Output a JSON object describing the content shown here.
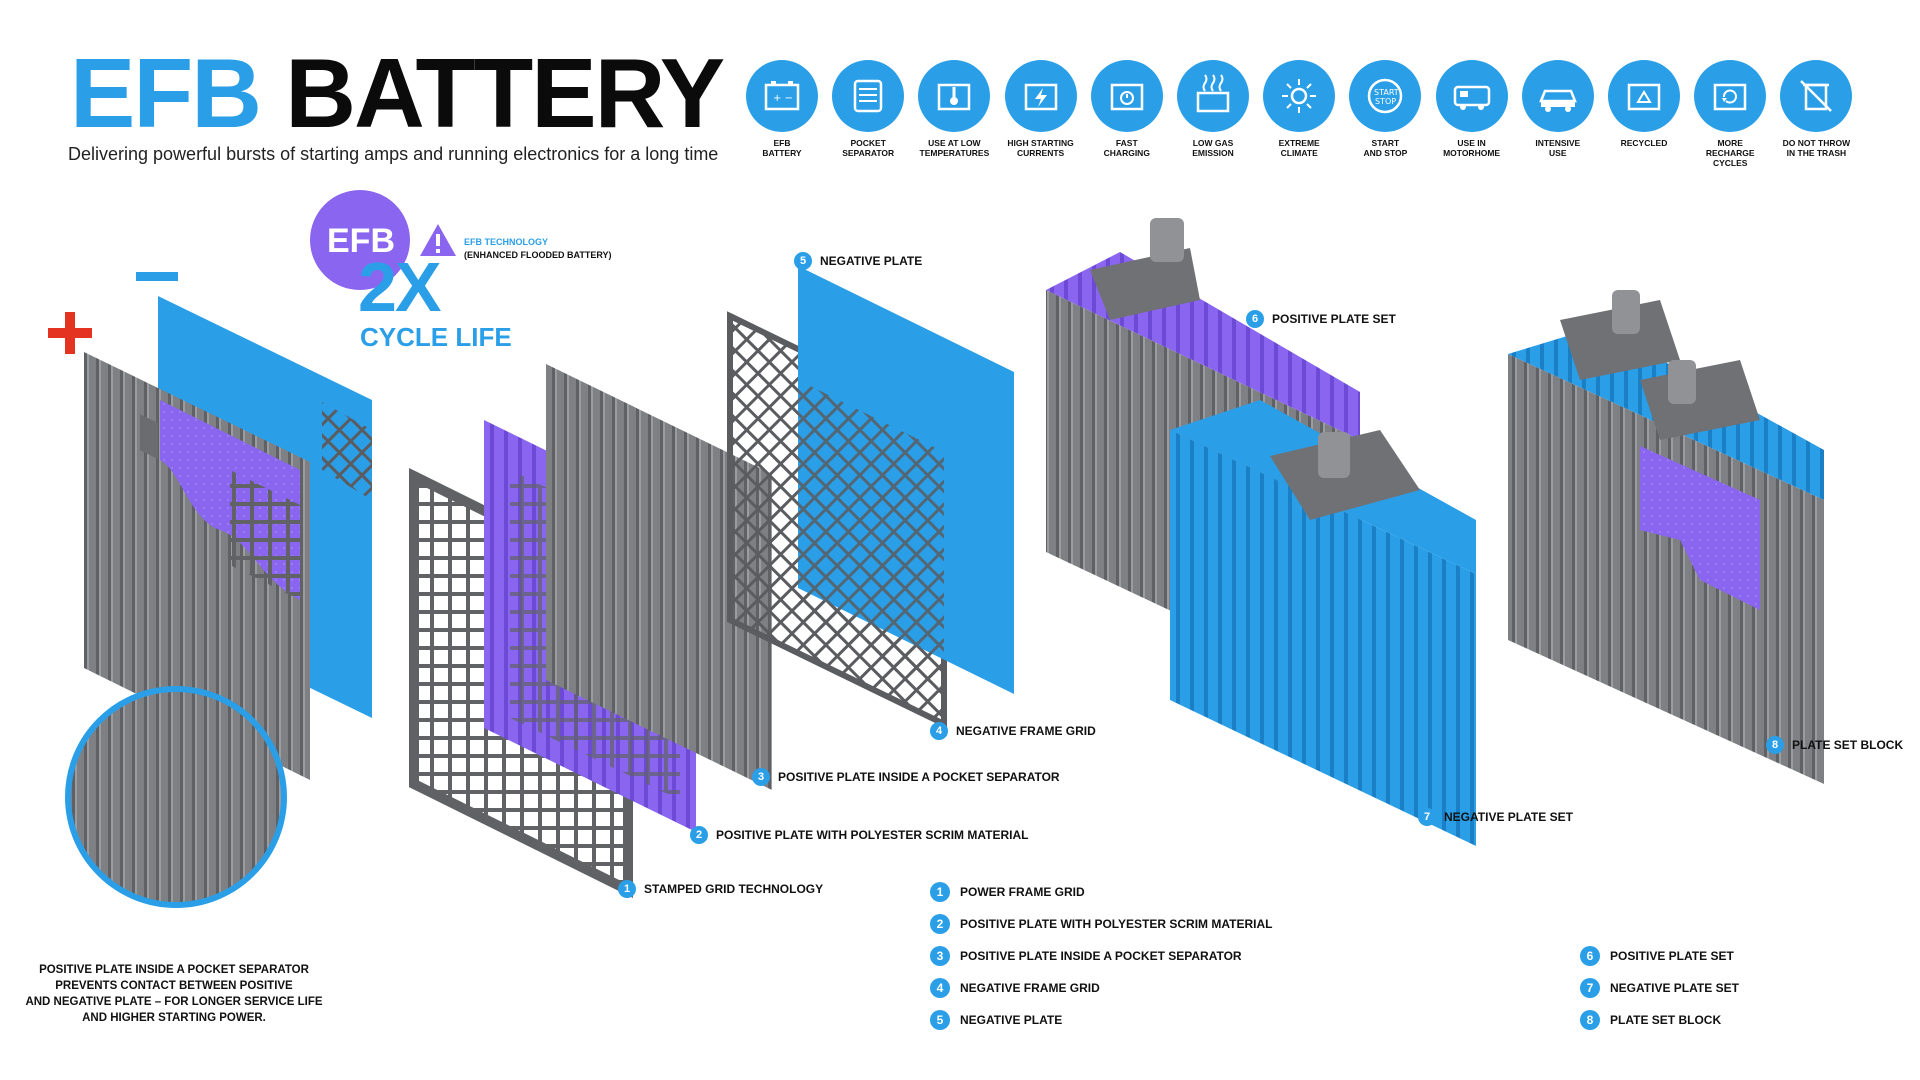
{
  "header": {
    "title_efb": "EFB",
    "title_battery": "BATTERY",
    "subtitle": "Delivering powerful bursts of starting amps and running electronics for a long time"
  },
  "colors": {
    "accent_blue": "#2a9fe8",
    "accent_purple": "#8a66f0",
    "plate_gray": "#7a7c80",
    "text_dark": "#111111",
    "plus_red": "#e53322"
  },
  "features": [
    {
      "label": "EFB\nBATTERY",
      "icon": "battery-icon"
    },
    {
      "label": "POCKET\nSEPARATOR",
      "icon": "separator-icon"
    },
    {
      "label": "USE AT LOW\nTEMPERATURES",
      "icon": "thermometer-icon"
    },
    {
      "label": "HIGH STARTING\nCURRENTS",
      "icon": "lightning-icon"
    },
    {
      "label": "FAST\nCHARGING",
      "icon": "fast-charge-icon"
    },
    {
      "label": "LOW GAS\nEMISSION",
      "icon": "gas-emission-icon"
    },
    {
      "label": "EXTREME\nCLIMATE",
      "icon": "climate-icon"
    },
    {
      "label": "START\nAND STOP",
      "icon": "start-stop-icon"
    },
    {
      "label": "USE IN\nMOTORHOME",
      "icon": "motorhome-icon"
    },
    {
      "label": "INTENSIVE\nUSE",
      "icon": "car-icon"
    },
    {
      "label": "RECYCLED",
      "icon": "recycle-icon"
    },
    {
      "label": "MORE\nRECHARGE\nCYCLES",
      "icon": "recharge-cycles-icon"
    },
    {
      "label": "DO NOT THROW\nIN THE TRASH",
      "icon": "no-trash-icon"
    }
  ],
  "badge": {
    "efb": "EFB",
    "multiplier": "2X",
    "cycle_life": "CYCLE LIFE",
    "tech_line1": "EFB TECHNOLOGY",
    "tech_line2": "(ENHANCED FLOODED BATTERY)"
  },
  "polarity": {
    "plus": "+",
    "minus": "−"
  },
  "callouts": [
    {
      "num": "1",
      "text": "STAMPED GRID TECHNOLOGY"
    },
    {
      "num": "2",
      "text": "POSITIVE PLATE WITH POLYESTER SCRIM MATERIAL"
    },
    {
      "num": "3",
      "text": "POSITIVE PLATE INSIDE A POCKET SEPARATOR"
    },
    {
      "num": "4",
      "text": "NEGATIVE FRAME GRID"
    },
    {
      "num": "5",
      "text": "NEGATIVE PLATE"
    },
    {
      "num": "6",
      "text": "POSITIVE PLATE SET"
    },
    {
      "num": "7",
      "text": "NEGATIVE PLATE SET"
    },
    {
      "num": "8",
      "text": "PLATE SET BLOCK"
    }
  ],
  "legend_left": [
    {
      "num": "1",
      "text": "POWER FRAME GRID"
    },
    {
      "num": "2",
      "text": "POSITIVE PLATE WITH POLYESTER SCRIM MATERIAL"
    },
    {
      "num": "3",
      "text": "POSITIVE PLATE INSIDE A POCKET SEPARATOR"
    },
    {
      "num": "4",
      "text": "NEGATIVE FRAME GRID"
    },
    {
      "num": "5",
      "text": "NEGATIVE PLATE"
    }
  ],
  "legend_right": [
    {
      "num": "6",
      "text": "POSITIVE PLATE SET"
    },
    {
      "num": "7",
      "text": "NEGATIVE PLATE SET"
    },
    {
      "num": "8",
      "text": "PLATE SET BLOCK"
    }
  ],
  "note": {
    "lines": [
      "POSITIVE PLATE INSIDE A POCKET SEPARATOR",
      "PREVENTS CONTACT BETWEEN POSITIVE",
      "AND NEGATIVE PLATE – FOR LONGER SERVICE LIFE",
      "AND HIGHER STARTING POWER."
    ]
  }
}
